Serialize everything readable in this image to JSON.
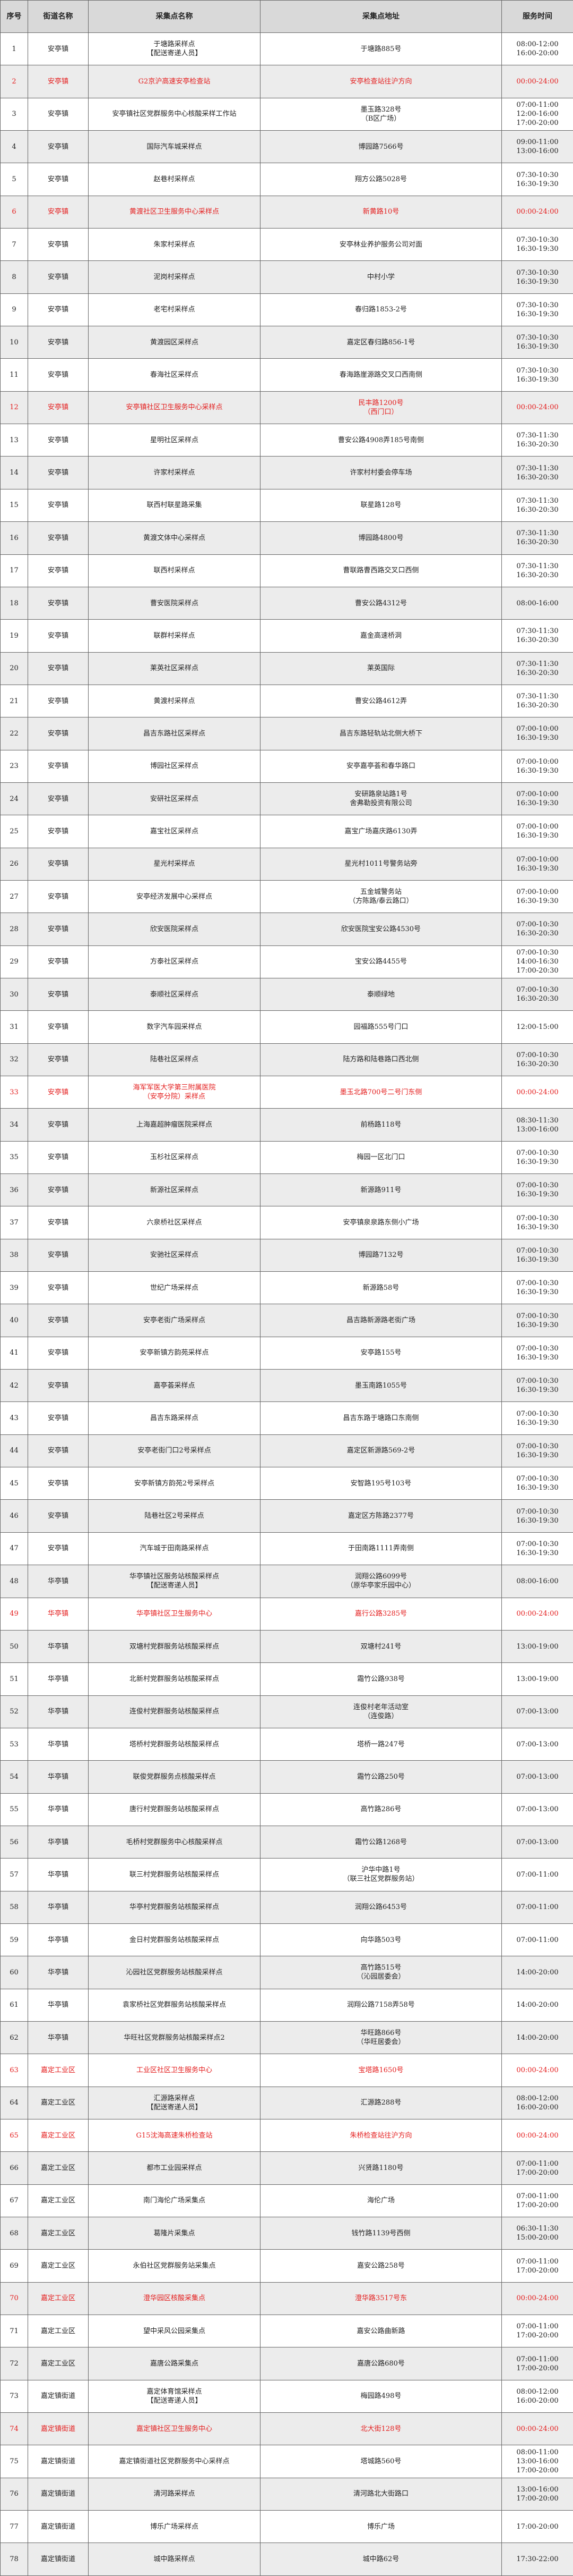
{
  "headers": [
    "序号",
    "街道名称",
    "采集点名称",
    "采集点地址",
    "服务时间"
  ],
  "rows": [
    {
      "no": "1",
      "street": "安亭镇",
      "name": "于塘路采样点\n【配送寄递人员】",
      "address": "于塘路885号",
      "time": "08:00-12:00\n16:00-20:00",
      "red": false
    },
    {
      "no": "2",
      "street": "安亭镇",
      "name": "G2京沪高速安亭检查站",
      "address": "安亭检查站往沪方向",
      "time": "00:00-24:00",
      "red": true
    },
    {
      "no": "3",
      "street": "安亭镇",
      "name": "安亭镇社区党群服务中心核酸采样工作站",
      "address": "墨玉路328号\n（B区广场）",
      "time": "07:00-11:00\n12:00-16:00\n17:00-20:00",
      "red": false
    },
    {
      "no": "4",
      "street": "安亭镇",
      "name": "国际汽车城采样点",
      "address": "博园路7566号",
      "time": "09:00-11:00\n13:00-16:00",
      "red": false
    },
    {
      "no": "5",
      "street": "安亭镇",
      "name": "赵巷村采样点",
      "address": "翔方公路5028号",
      "time": "07:30-10:30\n16:30-19:30",
      "red": false
    },
    {
      "no": "6",
      "street": "安亭镇",
      "name": "黄渡社区卫生服务中心采样点",
      "address": "新黄路10号",
      "time": "00:00-24:00",
      "red": true
    },
    {
      "no": "7",
      "street": "安亭镇",
      "name": "朱家村采样点",
      "address": "安亭林业养护服务公司对面",
      "time": "07:30-10:30\n16:30-19:30",
      "red": false
    },
    {
      "no": "8",
      "street": "安亭镇",
      "name": "泥岗村采样点",
      "address": "中村小学",
      "time": "07:30-10:30\n16:30-19:30",
      "red": false
    },
    {
      "no": "9",
      "street": "安亭镇",
      "name": "老宅村采样点",
      "address": "春归路1853-2号",
      "time": "07:30-10:30\n16:30-19:30",
      "red": false
    },
    {
      "no": "10",
      "street": "安亭镇",
      "name": "黄渡园区采样点",
      "address": "嘉定区春归路856-1号",
      "time": "07:30-10:30\n16:30-19:30",
      "red": false
    },
    {
      "no": "11",
      "street": "安亭镇",
      "name": "春海社区采样点",
      "address": "春海路崖源路交叉口西南侧",
      "time": "07:30-10:30\n16:30-19:30",
      "red": false
    },
    {
      "no": "12",
      "street": "安亭镇",
      "name": "安亭镇社区卫生服务中心采样点",
      "address": "民丰路1200号\n（西门口）",
      "time": "00:00-24:00",
      "red": true
    },
    {
      "no": "13",
      "street": "安亭镇",
      "name": "星明社区采样点",
      "address": "曹安公路4908弄185号南侧",
      "time": "07:30-11:30\n16:30-20:30",
      "red": false
    },
    {
      "no": "14",
      "street": "安亭镇",
      "name": "许家村采样点",
      "address": "许家村村委会停车场",
      "time": "07:30-11:30\n16:30-20:30",
      "red": false
    },
    {
      "no": "15",
      "street": "安亭镇",
      "name": "联西村联星路采集",
      "address": "联星路128号",
      "time": "07:30-11:30\n16:30-20:30",
      "red": false
    },
    {
      "no": "16",
      "street": "安亭镇",
      "name": "黄渡文体中心采样点",
      "address": "博园路4800号",
      "time": "07:30-11:30\n16:30-20:30",
      "red": false
    },
    {
      "no": "17",
      "street": "安亭镇",
      "name": "联西村采样点",
      "address": "曹联路曹西路交叉口西侧",
      "time": "07:30-11:30\n16:30-20:30",
      "red": false
    },
    {
      "no": "18",
      "street": "安亭镇",
      "name": "曹安医院采样点",
      "address": "曹安公路4312号",
      "time": "08:00-16:00",
      "red": false
    },
    {
      "no": "19",
      "street": "安亭镇",
      "name": "联群村采样点",
      "address": "嘉金高速桥洞",
      "time": "07:30-11:30\n16:30-20:30",
      "red": false
    },
    {
      "no": "20",
      "street": "安亭镇",
      "name": "莱英社区采样点",
      "address": "莱英国际",
      "time": "07:30-11:30\n16:30-20:30",
      "red": false
    },
    {
      "no": "21",
      "street": "安亭镇",
      "name": "黄渡村采样点",
      "address": "曹安公路4612弄",
      "time": "07:30-11:30\n16:30-20:30",
      "red": false
    },
    {
      "no": "22",
      "street": "安亭镇",
      "name": "昌吉东路社区采样点",
      "address": "昌吉东路轻轨站北侧大桥下",
      "time": "07:00-10:00\n16:30-19:30",
      "red": false
    },
    {
      "no": "23",
      "street": "安亭镇",
      "name": "博园社区采样点",
      "address": "安亭嘉亭荟和春华路口",
      "time": "07:00-10:00\n16:30-19:30",
      "red": false
    },
    {
      "no": "24",
      "street": "安亭镇",
      "name": "安研社区采样点",
      "address": "安研路泉站路1号\n舍弗勒投资有限公司",
      "time": "07:00-10:00\n16:30-19:30",
      "red": false
    },
    {
      "no": "25",
      "street": "安亭镇",
      "name": "嘉宝社区采样点",
      "address": "嘉宝广场嘉庆路6130弄",
      "time": "07:00-10:00\n16:30-19:30",
      "red": false
    },
    {
      "no": "26",
      "street": "安亭镇",
      "name": "星光村采样点",
      "address": "星光村1011号警务站旁",
      "time": "07:00-10:00\n16:30-19:30",
      "red": false
    },
    {
      "no": "27",
      "street": "安亭镇",
      "name": "安亭经济发展中心采样点",
      "address": "五金城警务站\n（方陈路/泰云路口）",
      "time": "07:00-10:00\n16:30-19:30",
      "red": false
    },
    {
      "no": "28",
      "street": "安亭镇",
      "name": "欣安医院采样点",
      "address": "欣安医院宝安公路4530号",
      "time": "07:00-10:30\n16:30-20:30",
      "red": false
    },
    {
      "no": "29",
      "street": "安亭镇",
      "name": "方泰社区采样点",
      "address": "宝安公路4455号",
      "time": "07:00-10:30\n14:00-16:30\n17:00-20:30",
      "red": false
    },
    {
      "no": "30",
      "street": "安亭镇",
      "name": "泰顺社区采样点",
      "address": "泰顺绿地",
      "time": "07:00-10:30\n16:30-20:30",
      "red": false
    },
    {
      "no": "31",
      "street": "安亭镇",
      "name": "数字汽车园采样点",
      "address": "园福路555号门口",
      "time": "12:00-15:00",
      "red": false
    },
    {
      "no": "32",
      "street": "安亭镇",
      "name": "陆巷社区采样点",
      "address": "陆方路和陆巷路口西北侧",
      "time": "07:00-10:30\n16:30-20:30",
      "red": false
    },
    {
      "no": "33",
      "street": "安亭镇",
      "name": "海军军医大学第三附属医院\n（安亭分院）采样点",
      "address": "墨玉北路700号二号门东侧",
      "time": "00:00-24:00",
      "red": true
    },
    {
      "no": "34",
      "street": "安亭镇",
      "name": "上海嘉超肿瘤医院采样点",
      "address": "前杨路118号",
      "time": "08:30-11:30\n13:00-16:00",
      "red": false
    },
    {
      "no": "35",
      "street": "安亭镇",
      "name": "玉杉社区采样点",
      "address": "梅园一区北门口",
      "time": "07:00-10:30\n16:30-19:30",
      "red": false
    },
    {
      "no": "36",
      "street": "安亭镇",
      "name": "新源社区采样点",
      "address": "新源路911号",
      "time": "07:00-10:30\n16:30-19:30",
      "red": false
    },
    {
      "no": "37",
      "street": "安亭镇",
      "name": "六泉桥社区采样点",
      "address": "安亭镇泉泉路东侧小广场",
      "time": "07:00-10:30\n16:30-19:30",
      "red": false
    },
    {
      "no": "38",
      "street": "安亭镇",
      "name": "安驰社区采样点",
      "address": "博园路7132号",
      "time": "07:00-10:30\n16:30-19:30",
      "red": false
    },
    {
      "no": "39",
      "street": "安亭镇",
      "name": "世纪广场采样点",
      "address": "新源路58号",
      "time": "07:00-10:30\n16:30-19:30",
      "red": false
    },
    {
      "no": "40",
      "street": "安亭镇",
      "name": "安亭老街广场采样点",
      "address": "昌吉路新源路老街广场",
      "time": "07:00-10:30\n16:30-19:30",
      "red": false
    },
    {
      "no": "41",
      "street": "安亭镇",
      "name": "安亭新镇方韵苑采样点",
      "address": "安亭路155号",
      "time": "07:00-10:30\n16:30-19:30",
      "red": false
    },
    {
      "no": "42",
      "street": "安亭镇",
      "name": "嘉亭荟采样点",
      "address": "墨玉南路1055号",
      "time": "07:00-10:30\n16:30-19:30",
      "red": false
    },
    {
      "no": "43",
      "street": "安亭镇",
      "name": "昌吉东路采样点",
      "address": "昌吉东路于塘路口东南侧",
      "time": "07:00-10:30\n16:30-19:30",
      "red": false
    },
    {
      "no": "44",
      "street": "安亭镇",
      "name": "安亭老街门口2号采样点",
      "address": "嘉定区新源路569-2号",
      "time": "07:00-10:30\n16:30-19:30",
      "red": false
    },
    {
      "no": "45",
      "street": "安亭镇",
      "name": "安亭新镇方韵苑2号采样点",
      "address": "安智路195号103号",
      "time": "07:00-10:30\n16:30-19:30",
      "red": false
    },
    {
      "no": "46",
      "street": "安亭镇",
      "name": "陆巷社区2号采样点",
      "address": "嘉定区方陈路2377号",
      "time": "07:00-10:30\n16:30-19:30",
      "red": false
    },
    {
      "no": "47",
      "street": "安亭镇",
      "name": "汽车城于田南路采样点",
      "address": "于田南路1111弄南侧",
      "time": "07:00-10:30\n16:30-19:30",
      "red": false
    },
    {
      "no": "48",
      "street": "华亭镇",
      "name": "华亭镇社区服务站核酸采样点\n【配送寄递人员】",
      "address": "润翔公路6099号\n（原华亭家乐园中心）",
      "time": "08:00-16:00",
      "red": false
    },
    {
      "no": "49",
      "street": "华亭镇",
      "name": "华亭镇社区卫生服务中心",
      "address": "嘉行公路3285号",
      "time": "00:00-24:00",
      "red": true
    },
    {
      "no": "50",
      "street": "华亭镇",
      "name": "双塘村党群服务站核酸采样点",
      "address": "双塘村241号",
      "time": "13:00-19:00",
      "red": false
    },
    {
      "no": "51",
      "street": "华亭镇",
      "name": "北新村党群服务站核酸采样点",
      "address": "霜竹公路938号",
      "time": "13:00-19:00",
      "red": false
    },
    {
      "no": "52",
      "street": "华亭镇",
      "name": "连俊村党群服务站核酸采样点",
      "address": "连俊村老年活动室\n（连俊路）",
      "time": "07:00-13:00",
      "red": false
    },
    {
      "no": "53",
      "street": "华亭镇",
      "name": "塔桥村党群服务站核酸采样点",
      "address": "塔桥一路247号",
      "time": "07:00-13:00",
      "red": false
    },
    {
      "no": "54",
      "street": "华亭镇",
      "name": "联俊党群服务点核酸采样点",
      "address": "霜竹公路250号",
      "time": "07:00-13:00",
      "red": false
    },
    {
      "no": "55",
      "street": "华亭镇",
      "name": "唐行村党群服务站核酸采样点",
      "address": "高竹路286号",
      "time": "07:00-13:00",
      "red": false
    },
    {
      "no": "56",
      "street": "华亭镇",
      "name": "毛桥村党群服务中心核酸采样点",
      "address": "霜竹公路1268号",
      "time": "07:00-13:00",
      "red": false
    },
    {
      "no": "57",
      "street": "华亭镇",
      "name": "联三村党群服务站核酸采样点",
      "address": "沪华中路1号\n（联三社区党群服务站）",
      "time": "07:00-11:00",
      "red": false
    },
    {
      "no": "58",
      "street": "华亭镇",
      "name": "华亭村党群服务站核酸采样点",
      "address": "润翔公路6453号",
      "time": "07:00-11:00",
      "red": false
    },
    {
      "no": "59",
      "street": "华亭镇",
      "name": "金日村党群服务站核酸采样点",
      "address": "向华路503号",
      "time": "07:00-11:00",
      "red": false
    },
    {
      "no": "60",
      "street": "华亭镇",
      "name": "沁园社区党群服务站核酸采样点",
      "address": "高竹路515号\n（沁园居委会）",
      "time": "14:00-20:00",
      "red": false
    },
    {
      "no": "61",
      "street": "华亭镇",
      "name": "袁家桥社区党群服务站核酸采样点",
      "address": "润翔公路7158弄58号",
      "time": "14:00-20:00",
      "red": false
    },
    {
      "no": "62",
      "street": "华亭镇",
      "name": "华旺社区党群服务站核酸采样点2",
      "address": "华旺路866号\n（华旺居委会）",
      "time": "14:00-20:00",
      "red": false
    },
    {
      "no": "63",
      "street": "嘉定工业区",
      "name": "工业区社区卫生服务中心",
      "address": "宝塔路1650号",
      "time": "00:00-24:00",
      "red": true
    },
    {
      "no": "64",
      "street": "嘉定工业区",
      "name": "汇源路采样点\n【配送寄递人员】",
      "address": "汇源路288号",
      "time": "08:00-12:00\n16:00-20:00",
      "red": false
    },
    {
      "no": "65",
      "street": "嘉定工业区",
      "name": "G15沈海高速朱桥检查站",
      "address": "朱桥检查站往沪方向",
      "time": "00:00-24:00",
      "red": true
    },
    {
      "no": "66",
      "street": "嘉定工业区",
      "name": "都市工业园采样点",
      "address": "兴贤路1180号",
      "time": "07:00-11:00\n17:00-20:00",
      "red": false
    },
    {
      "no": "67",
      "street": "嘉定工业区",
      "name": "南门海伦广场采集点",
      "address": "海伦广场",
      "time": "07:00-11:00\n17:00-20:00",
      "red": false
    },
    {
      "no": "68",
      "street": "嘉定工业区",
      "name": "葛隆片采集点",
      "address": "钱竹路1139号西侧",
      "time": "06:30-11:30\n15:00-20:00",
      "red": false
    },
    {
      "no": "69",
      "street": "嘉定工业区",
      "name": "永伯社区党群服务站采集点",
      "address": "嘉安公路258号",
      "time": "07:00-11:00\n17:00-20:00",
      "red": false
    },
    {
      "no": "70",
      "street": "嘉定工业区",
      "name": "澄华园区核酸采集点",
      "address": "澄华路3517号东",
      "time": "00:00-24:00",
      "red": true
    },
    {
      "no": "71",
      "street": "嘉定工业区",
      "name": "望中采风公园采集点",
      "address": "嘉安公路曲新路",
      "time": "07:00-11:00\n17:00-20:00",
      "red": false
    },
    {
      "no": "72",
      "street": "嘉定工业区",
      "name": "嘉唐公路采集点",
      "address": "嘉唐公路680号",
      "time": "07:00-11:00\n17:00-20:00",
      "red": false
    },
    {
      "no": "73",
      "street": "嘉定镇街道",
      "name": "嘉定体育馆采样点\n【配送寄递人员】",
      "address": "梅园路498号",
      "time": "08:00-12:00\n16:00-20:00",
      "red": false
    },
    {
      "no": "74",
      "street": "嘉定镇街道",
      "name": "嘉定镇社区卫生服务中心",
      "address": "北大街128号",
      "time": "00:00-24:00",
      "red": true
    },
    {
      "no": "75",
      "street": "嘉定镇街道",
      "name": "嘉定镇街道社区党群服务中心采样点",
      "address": "塔城路560号",
      "time": "08:00-11:00\n13:00-16:00\n17:00-20:00",
      "red": false
    },
    {
      "no": "76",
      "street": "嘉定镇街道",
      "name": "清河路采样点",
      "address": "清河路北大街路口",
      "time": "13:00-16:00\n17:00-20:00",
      "red": false
    },
    {
      "no": "77",
      "street": "嘉定镇街道",
      "name": "博乐广场采样点",
      "address": "博乐广场",
      "time": "17:00-20:00",
      "red": false
    },
    {
      "no": "78",
      "street": "嘉定镇街道",
      "name": "城中路采样点",
      "address": "城中路62号",
      "time": "17:30-22:00",
      "red": false
    }
  ]
}
